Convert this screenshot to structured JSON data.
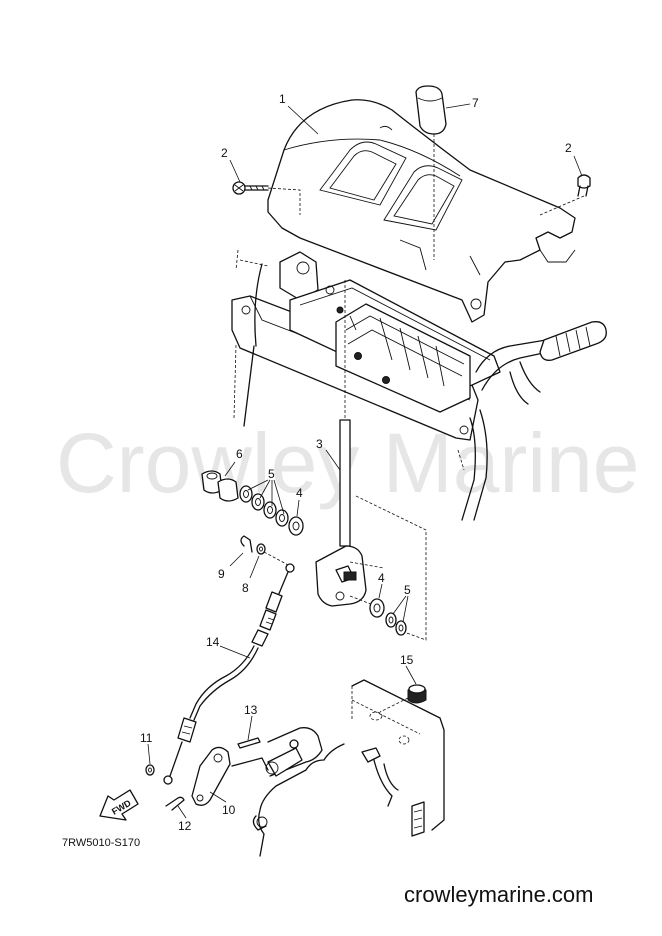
{
  "watermark": "Crowley Marine",
  "reference_code": "7RW5010-S170",
  "site_url": "crowleymarine.com",
  "fwd_label": "FWD",
  "part_labels": {
    "p1": "1",
    "p2a": "2",
    "p2b": "2",
    "p3": "3",
    "p4a": "4",
    "p4b": "4",
    "p5a": "5",
    "p5b": "5",
    "p6": "6",
    "p7": "7",
    "p8": "8",
    "p9": "9",
    "p10": "10",
    "p11": "11",
    "p12": "12",
    "p13": "13",
    "p14": "14",
    "p15": "15"
  }
}
